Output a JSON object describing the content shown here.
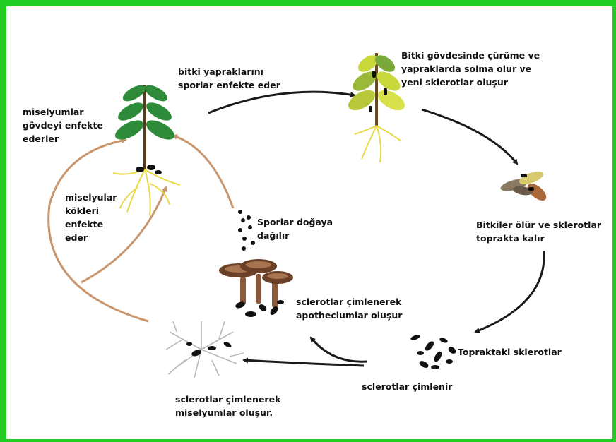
{
  "colors": {
    "frame": "#22cc22",
    "main_arrow": "#1a1a1a",
    "infection_arrow": "#c8956c",
    "leaf": "#2e8b3a",
    "root": "#e8d84a",
    "sclerotia": "#111111",
    "mushroom_cap": "#8b5a3c"
  },
  "labels": {
    "plant_infection": "bitki yapraklarını\nsporlar enfekte eder",
    "rot": "Bitki gövdesinde çürüme ve\nyapraklarda solma olur ve\nyeni sklerotlar oluşur",
    "dies": "Bitkiler ölür ve sklerotlar\ntoprakta kalır",
    "soil_sclerotia": "Topraktaki sklerotlar",
    "germinate": "sclerotlar çimlenir",
    "mycelium_form": "sclerotlar çimlenerek\nmiselyumlar oluşur.",
    "apothecia": "sclerotlar çimlenerek\napotheciumlar oluşur",
    "spores": "Sporlar doğaya\ndağılır",
    "stem_infection": "miselyumlar\ngövdeyi enfekte\n  ederler",
    "root_infection": "miselyular\nkökleri\nenfekte\neder"
  },
  "icons": [
    "healthy-plant-icon",
    "wilted-plant-icon",
    "dead-plant-icon",
    "sclerotia-icon",
    "mycelium-icon",
    "apothecia-icon",
    "spores-icon"
  ]
}
